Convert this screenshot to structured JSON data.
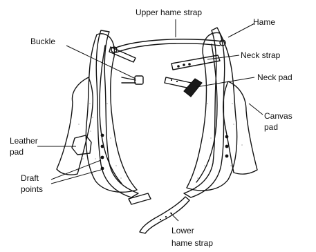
{
  "labels": {
    "upper_hame_strap": "Upper hame strap",
    "hame": "Hame",
    "buckle": "Buckle",
    "neck_strap": "Neck strap",
    "neck_pad": "Neck pad",
    "canvas_pad_1": "Canvas",
    "canvas_pad_2": "pad",
    "leather_pad_1": "Leather",
    "leather_pad_2": "pad",
    "draft_points_1": "Draft",
    "draft_points_2": "points",
    "lower_hame_strap_1": "Lower",
    "lower_hame_strap_2": "hame strap"
  },
  "colors": {
    "ink": "#111111",
    "paper": "#ffffff",
    "neck_pad_fill": "#1a1a1a"
  }
}
